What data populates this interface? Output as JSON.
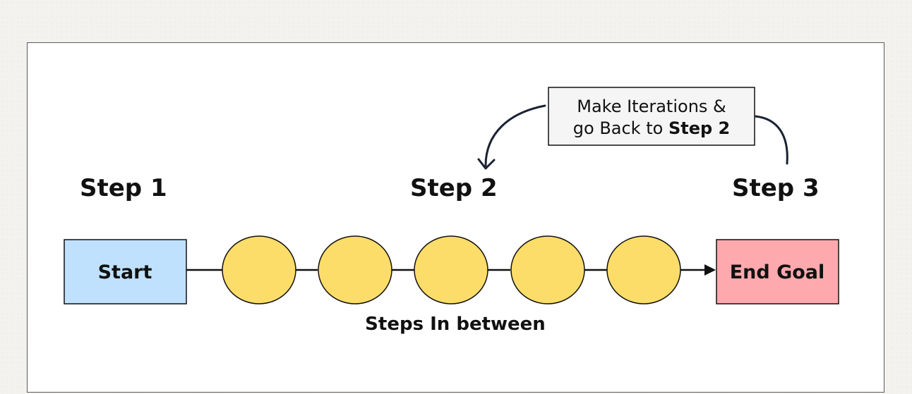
{
  "steps": {
    "step1": "Step 1",
    "step2": "Step 2",
    "step3": "Step 3"
  },
  "boxes": {
    "start": "Start",
    "end_goal": "End Goal"
  },
  "intermediate_steps": {
    "count": 5,
    "caption": "Steps In between"
  },
  "note": {
    "line1": "Make Iterations &",
    "line2_prefix": "go Back to ",
    "line2_bold": "Step 2"
  },
  "colors": {
    "start_fill": "#bfe1fe",
    "end_fill": "#fea9ad",
    "circle_fill": "#fddd69",
    "note_fill": "#f5f5f5",
    "stroke": "#111111"
  }
}
